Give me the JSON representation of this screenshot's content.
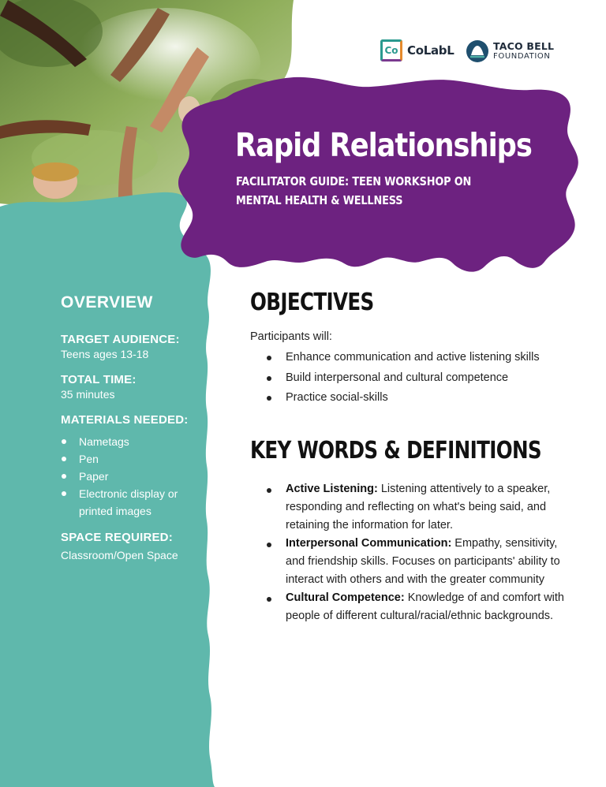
{
  "colors": {
    "purple": "#6d2280",
    "teal": "#5fb8ac",
    "white": "#ffffff",
    "text_dark": "#222222"
  },
  "header": {
    "photo": "hands-forming-star-photo",
    "title": "Rapid Relationships",
    "subtitle": "FACILITATOR GUIDE: TEEN WORKSHOP ON MENTAL HEALTH & WELLNESS"
  },
  "logos": {
    "colabl": {
      "mark": "Co",
      "name": "CoLabL"
    },
    "tacobell": {
      "line1": "TACO BELL",
      "line2": "FOUNDATION"
    }
  },
  "overview": {
    "heading": "OVERVIEW",
    "target_audience": {
      "label": "TARGET AUDIENCE:",
      "value": "Teens ages 13-18"
    },
    "total_time": {
      "label": "TOTAL TIME:",
      "value": "35 minutes"
    },
    "materials": {
      "label": "MATERIALS NEEDED:",
      "items": [
        "Nametags",
        "Pen",
        "Paper",
        "Electronic display or printed images"
      ]
    },
    "space": {
      "label": "SPACE REQUIRED:",
      "value": "Classroom/Open Space"
    }
  },
  "objectives": {
    "heading": "OBJECTIVES",
    "intro": "Participants will:",
    "items": [
      "Enhance communication and active listening skills",
      "Build interpersonal and cultural competence",
      "Practice social-skills"
    ]
  },
  "keywords": {
    "heading": "KEY WORDS & DEFINITIONS",
    "items": [
      {
        "term": "Active Listening:",
        "definition": " Listening attentively to a speaker, responding and reflecting on what's being said, and retaining the information for later."
      },
      {
        "term": "Interpersonal Communication:",
        "definition": " Empathy, sensitivity, and friendship skills. Focuses on participants' ability to interact with others and with the greater community"
      },
      {
        "term": "Cultural Competence:",
        "definition": " Knowledge of and comfort with people of different cultural/racial/ethnic backgrounds."
      }
    ]
  }
}
